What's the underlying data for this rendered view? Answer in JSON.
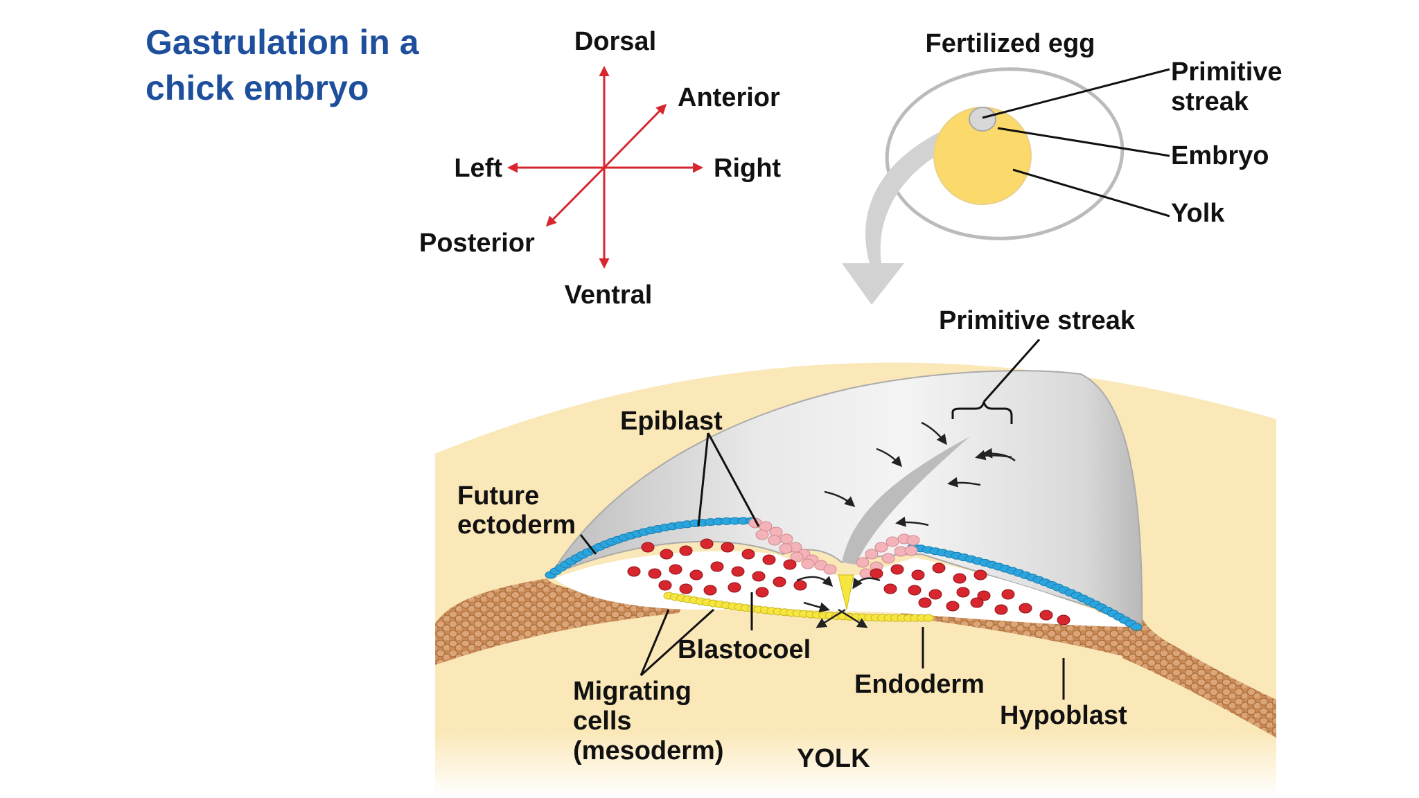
{
  "title": {
    "line1": "Gastrulation in a",
    "line2": "chick embryo"
  },
  "axes": {
    "dorsal": "Dorsal",
    "ventral": "Ventral",
    "left": "Left",
    "right": "Right",
    "anterior": "Anterior",
    "posterior": "Posterior"
  },
  "egg": {
    "title": "Fertilized egg",
    "primitive_streak_line1": "Primitive",
    "primitive_streak_line2": "streak",
    "embryo": "Embryo",
    "yolk": "Yolk"
  },
  "section": {
    "primitive_streak": "Primitive streak",
    "epiblast": "Epiblast",
    "future_ectoderm_line1": "Future",
    "future_ectoderm_line2": "ectoderm",
    "blastocoel": "Blastocoel",
    "migrating_line1": "Migrating",
    "migrating_line2": "cells",
    "migrating_line3": "(mesoderm)",
    "endoderm": "Endoderm",
    "hypoblast": "Hypoblast",
    "yolk": "YOLK"
  },
  "colors": {
    "title": "#1e4f9c",
    "axis_arrow": "#d7262e",
    "yolk": "#fbe8b8",
    "egg_yolk": "#fbd96a",
    "ectoderm": "#2aa5de",
    "epiblast_pink": "#f3b3b8",
    "mesoderm": "#d7262e",
    "endoderm": "#f7e640",
    "hypoblast": "#c98a56",
    "embryo_gray": "#d4d4d4"
  }
}
